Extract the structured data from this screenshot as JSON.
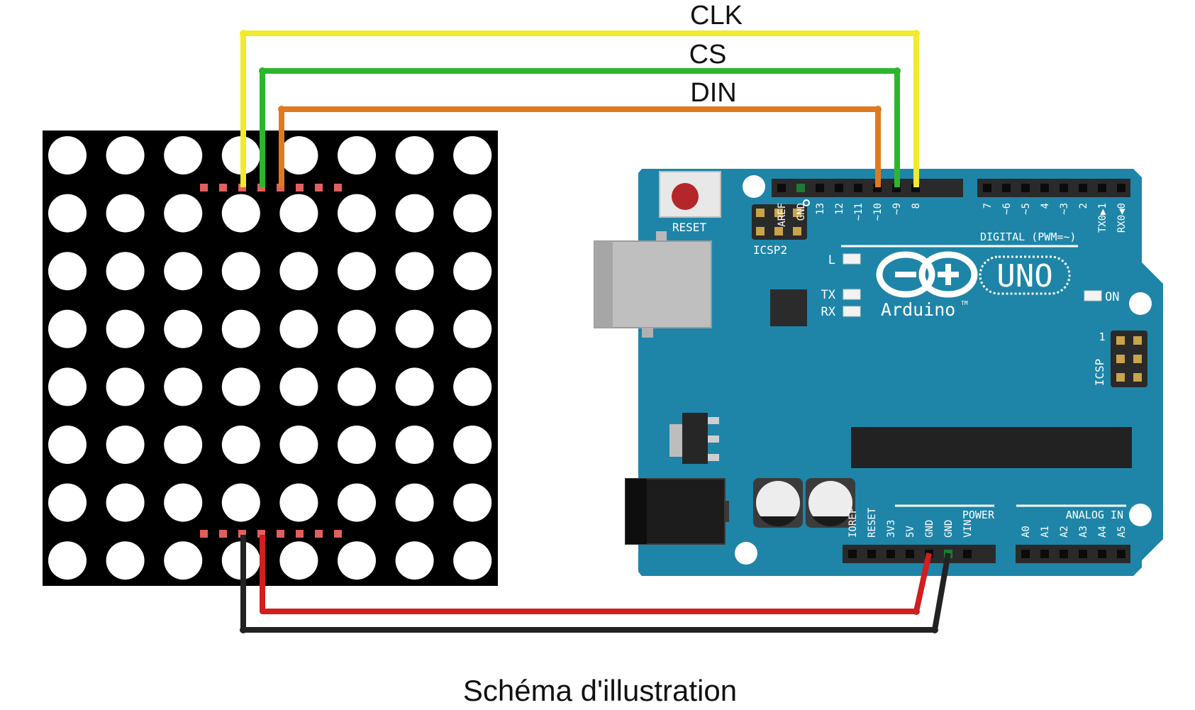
{
  "wires": {
    "clk": {
      "label": "CLK",
      "color": "#f2ea2e"
    },
    "cs": {
      "label": "CS",
      "color": "#2db52d"
    },
    "din": {
      "label": "DIN",
      "color": "#e07a20"
    },
    "vcc": {
      "color": "#d11e1e"
    },
    "gnd": {
      "color": "#222222"
    }
  },
  "matrix": {
    "rows": 8,
    "cols": 8,
    "dot_color": "#ffffff",
    "body_color": "#000000",
    "pad_color": "#e06060"
  },
  "board": {
    "color": "#1e85a8",
    "brand": "Arduino",
    "trademark": "TM",
    "model": "UNO",
    "reset_label": "RESET",
    "icsp2_label": "ICSP2",
    "icsp_label": "ICSP",
    "icsp_pin1": "1",
    "led_l": "L",
    "led_tx": "TX",
    "led_rx": "RX",
    "led_on": "ON",
    "digital_label": "DIGITAL (PWM=~)",
    "power_label": "POWER",
    "analog_label": "ANALOG IN",
    "digital_pins": [
      "AREF",
      "GND",
      "13",
      "12",
      "~11",
      "~10",
      "~9",
      "8",
      "7",
      "~6",
      "~5",
      "4",
      "~3",
      "2",
      "TX0▶1",
      "RX0◀0"
    ],
    "power_pins": [
      "IOREF",
      "RESET",
      "3V3",
      "5V",
      "GND",
      "GND",
      "VIN"
    ],
    "analog_pins": [
      "A0",
      "A1",
      "A2",
      "A3",
      "A4",
      "A5"
    ]
  },
  "caption": "Schéma d'illustration"
}
